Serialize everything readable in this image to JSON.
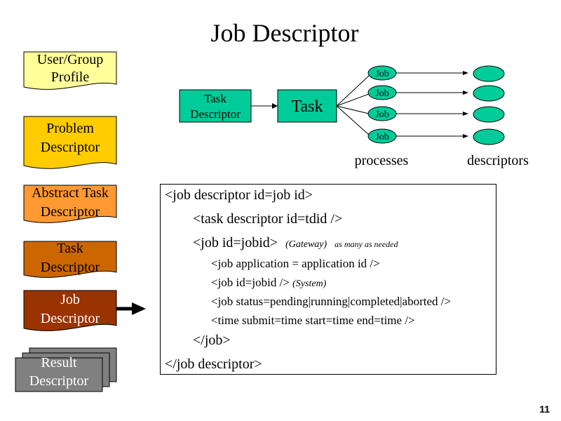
{
  "slide": {
    "title": "Job Descriptor",
    "page_number": "11"
  },
  "sidebar": {
    "items": [
      {
        "lines": [
          "User/Group",
          "Profile"
        ],
        "color": "#FFFF99"
      },
      {
        "lines": [
          "Problem",
          "Descriptor"
        ],
        "color": "#FFCC00"
      },
      {
        "lines": [
          "Abstract Task",
          "Descriptor"
        ],
        "color": "#FF9933"
      },
      {
        "lines": [
          "Task",
          "Descriptor"
        ],
        "color": "#CC6600"
      },
      {
        "lines": [
          "Job",
          "Descriptor"
        ],
        "color": "#993300",
        "text_color": "#FFFFFF"
      },
      {
        "lines": [
          "Result",
          "Descriptor"
        ],
        "color": "#808080",
        "text_color": "#FFFFFF"
      }
    ]
  },
  "flow": {
    "task_descriptor_lines": [
      "Task",
      "Descriptor"
    ],
    "task_label": "Task",
    "jobs": [
      "Job",
      "Job",
      "Job",
      "Job"
    ],
    "processes_label": "processes",
    "descriptors_label": "descriptors",
    "node_color": "#00CC99"
  },
  "code": {
    "line1": "<job descriptor id=job id>",
    "line2": "<task descriptor id=tdid />",
    "line3": "<job id=jobid>",
    "line3_note1": "(Gateway)",
    "line3_note2": "as many as needed",
    "line4": "<job application = application id />",
    "line5": "<job id=jobid />",
    "line5_note": "(System)",
    "line6": "<job status=pending|running|completed|aborted />",
    "line7": "<time submit=time start=time end=time />",
    "line8": "</job>",
    "line9": "</job descriptor>"
  }
}
